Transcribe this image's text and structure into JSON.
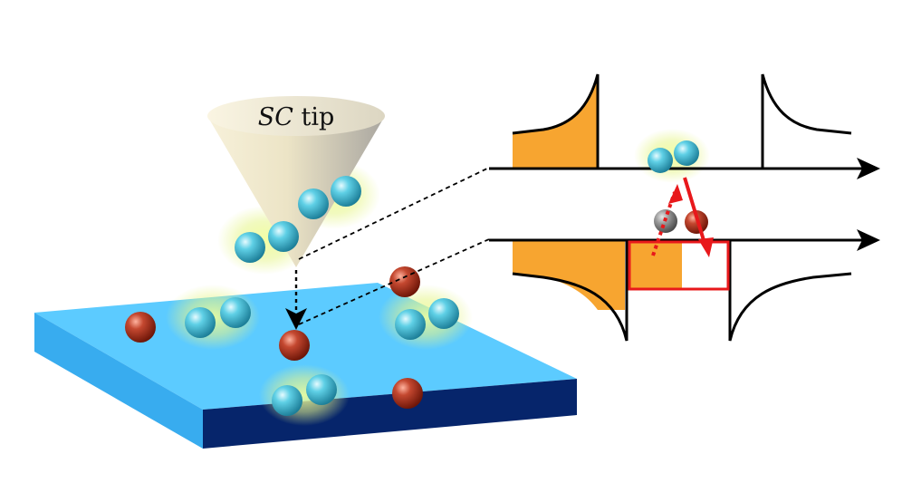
{
  "tip": {
    "label_italic": "SC",
    "label_rest": " tip"
  },
  "colors": {
    "background": "#ffffff",
    "substrate_top": "#5ccbff",
    "substrate_front": "#06256b",
    "substrate_side": "#36a9ee",
    "cone_light": "#f5efd8",
    "cone_dark": "#a9a6a0",
    "cyan_particle": "#3fb6cf",
    "red_particle": "#b93a24",
    "gray_particle": "#888888",
    "filled_states": "#f7a530",
    "transition_box": "#e8181b",
    "axis": "#000000"
  },
  "icons": {
    "tip": "superconducting-tip-cone",
    "pair": "cooper-pair-icon",
    "quasiparticle": "quasiparticle-icon",
    "transition": "tunneling-arrow-icon"
  }
}
